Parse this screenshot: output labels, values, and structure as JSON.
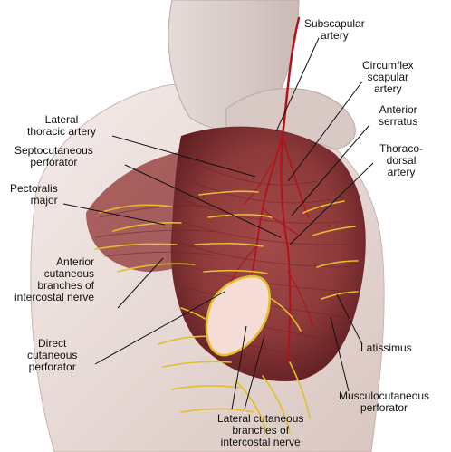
{
  "labels": {
    "subscapular": "Subscapular\nartery",
    "circumflex": "Circumflex\nscapular\nartery",
    "anterior_serratus": "Anterior\nserratus",
    "thoracodorsal": "Thoraco-\ndorsal\nartery",
    "lateral_thoracic": "Lateral\nthoracic artery",
    "septocutaneous": "Septocutaneous\nperforator",
    "pectoralis": "Pectoralis\nmajor",
    "anterior_cutaneous": "Anterior\ncutaneous\nbranches of\nintercostal nerve",
    "direct_cutaneous": "Direct\ncutaneous\nperforator",
    "latissimus": "Latissimus",
    "musculocutaneous": "Musculocutaneous\nperforator",
    "lateral_cutaneous": "Lateral cutaneous\nbranches of\nintercostal nerve"
  },
  "colors": {
    "muscle": "#8e3a3a",
    "muscle_dark": "#5e1e22",
    "artery": "#b3121b",
    "nerve": "#e2bf2b",
    "skin": "#e9d8d2",
    "leader": "#111111"
  }
}
